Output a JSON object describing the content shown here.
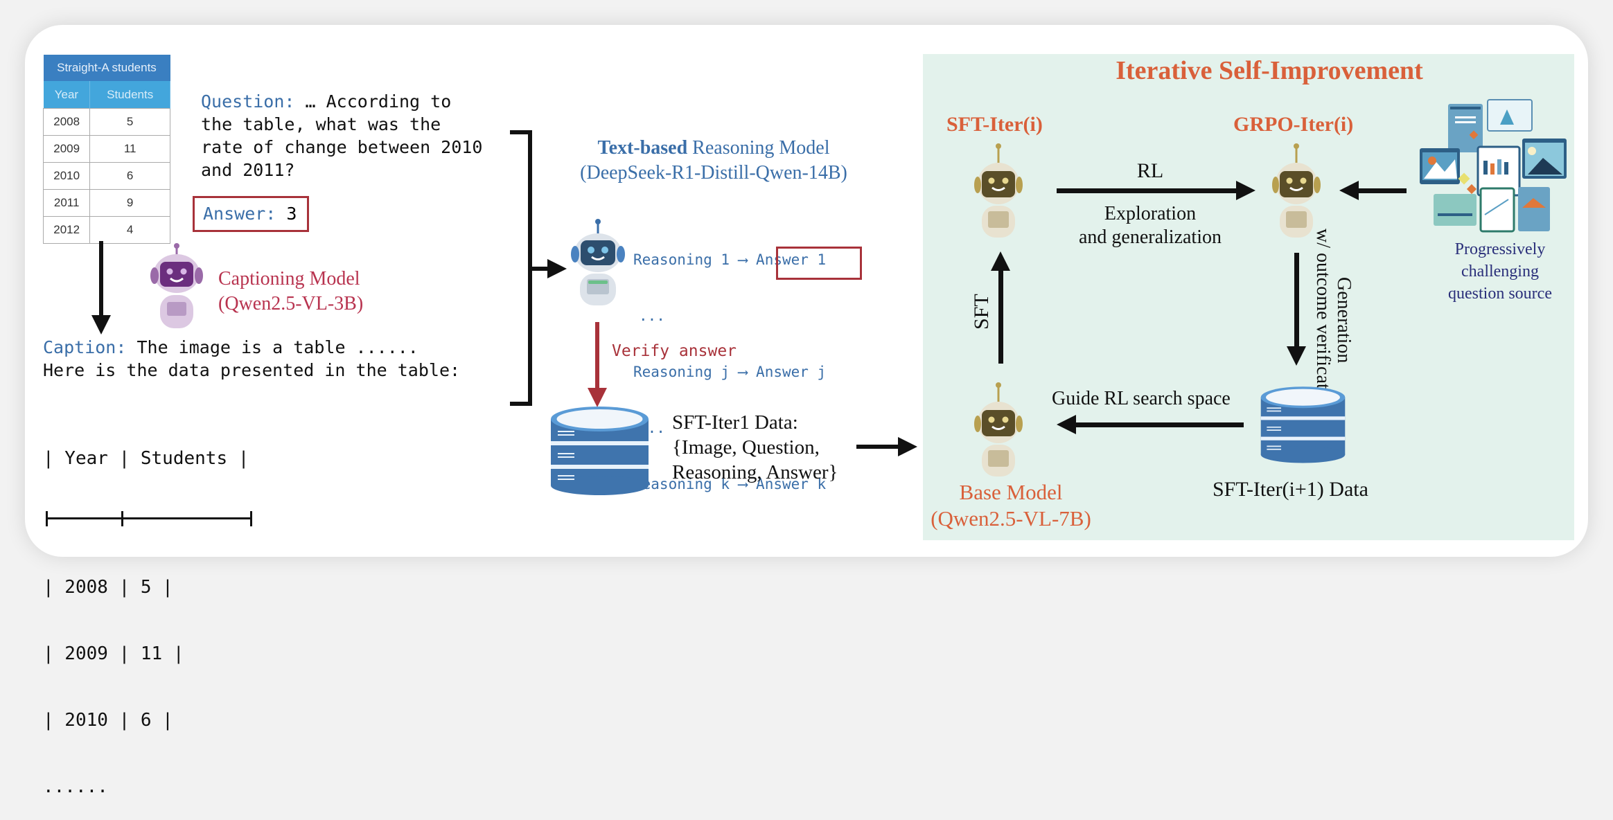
{
  "source_table": {
    "title": "Straight-A students",
    "headers": [
      "Year",
      "Students"
    ],
    "rows": [
      [
        "2008",
        "5"
      ],
      [
        "2009",
        "11"
      ],
      [
        "2010",
        "6"
      ],
      [
        "2011",
        "9"
      ],
      [
        "2012",
        "4"
      ]
    ]
  },
  "question": {
    "label": "Question:",
    "text": "… According to\nthe table, what was the\nrate of change between 2010\nand 2011?"
  },
  "answer": {
    "label": "Answer:",
    "value": "3"
  },
  "captioning_model": {
    "name": "Captioning Model",
    "version": "(Qwen2.5-VL-3B)"
  },
  "caption": {
    "label": "Caption:",
    "line1": " The image is a table ......",
    "line2": "Here is the data presented in the table:"
  },
  "markdown_table": {
    "header": "| Year | Students |",
    "rows": [
      "| 2008 | 5 |",
      "| 2009 | 11 |",
      "| 2010 | 6 |"
    ],
    "ellipsis": "......"
  },
  "reasoning_model": {
    "title_bold": "Text-based",
    "title_rest": " Reasoning Model",
    "version": "(DeepSeek-R1-Distill-Qwen-14B)",
    "lines": [
      {
        "reasoning": "Reasoning 1",
        "answer": "Answer 1"
      },
      {
        "reasoning": "Reasoning j",
        "answer": "Answer j"
      },
      {
        "reasoning": "Reasoning k",
        "answer": "Answer k"
      }
    ],
    "ellipsis": "..."
  },
  "verify_label": "Verify answer",
  "sft_iter1_data": {
    "line1": "SFT-Iter1 Data:",
    "line2": "{Image, Question,",
    "line3": "Reasoning, Answer}"
  },
  "iterative": {
    "title": "Iterative Self-Improvement",
    "sft_iter": "SFT-Iter(i)",
    "grpo_iter": "GRPO-Iter(i)",
    "rl_label": "RL",
    "rl_sub1": "Exploration",
    "rl_sub2": "and generalization",
    "sft_label": "SFT",
    "generation_label": "Generation",
    "verification_label": "w/ outcome verification",
    "guide_label": "Guide RL search space",
    "next_data": "SFT-Iter(i+1) Data",
    "base_model": "Base Model",
    "base_version": "(Qwen2.5-VL-7B)",
    "question_source": [
      "Progressively",
      "challenging",
      "question source"
    ]
  },
  "colors": {
    "accent_blue": "#3a6ea8",
    "answer_red": "#a8323a",
    "caption_red": "#b8334f",
    "iter_orange": "#d9603a",
    "panel_bg": "#e3f2ec",
    "source_navy": "#2a2f7a"
  }
}
